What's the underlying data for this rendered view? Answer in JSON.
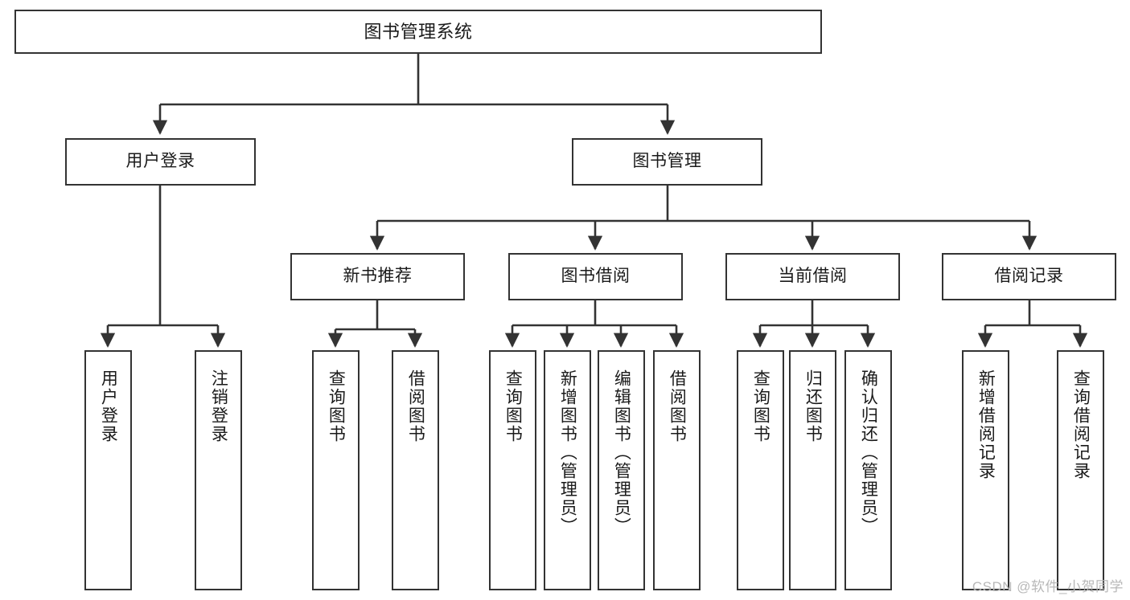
{
  "diagram": {
    "title": "图书管理系统",
    "type": "功能结构图",
    "line_color": "#333333",
    "box_fill": "#ffffff",
    "text_color": "#1a1a1a",
    "watermark": "CSDN @软件_小贺同学",
    "watermark_color": "#b8b8b8"
  },
  "nodes": {
    "root": {
      "label": "图书管理系统"
    },
    "level2": [
      {
        "label": "用户登录"
      },
      {
        "label": "图书管理"
      }
    ],
    "level3": [
      {
        "label": "新书推荐"
      },
      {
        "label": "图书借阅"
      },
      {
        "label": "当前借阅"
      },
      {
        "label": "借阅记录"
      }
    ],
    "leaves": {
      "user_login": [
        {
          "label": "用户登录"
        },
        {
          "label": "注销登录"
        }
      ],
      "new_book": [
        {
          "label": "查询图书"
        },
        {
          "label": "借阅图书"
        }
      ],
      "borrow_book": [
        {
          "label": "查询图书"
        },
        {
          "label": "新增图书（管理员）"
        },
        {
          "label": "编辑图书（管理员）"
        },
        {
          "label": "借阅图书"
        }
      ],
      "current_borrow": [
        {
          "label": "查询图书"
        },
        {
          "label": "归还图书"
        },
        {
          "label": "确认归还（管理员）"
        }
      ],
      "borrow_record": [
        {
          "label": "新增借阅记录"
        },
        {
          "label": "查询借阅记录"
        }
      ]
    }
  }
}
